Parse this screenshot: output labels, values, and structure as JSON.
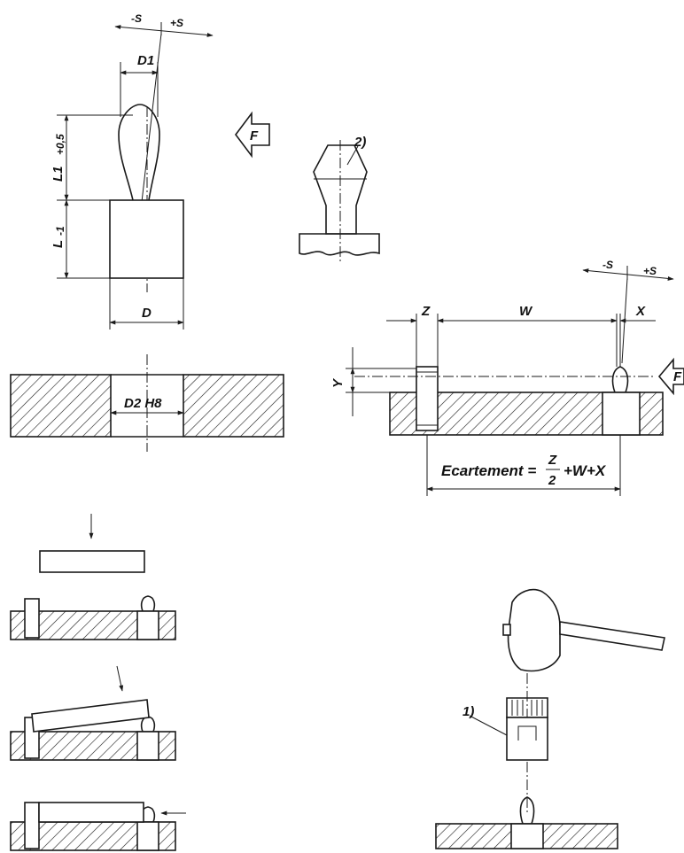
{
  "labels": {
    "minus_s": "-S",
    "plus_s": "+S",
    "d1": "D1",
    "l1": "L1",
    "l1_tol": "+0,5",
    "l": "L",
    "l_tol": "-1",
    "d": "D",
    "force": "F",
    "note2": "2)",
    "d2_h8": "D2 H8",
    "z": "Z",
    "w": "W",
    "x": "X",
    "y": "Y",
    "ecartement": "Ecartement =",
    "frac_num": "Z",
    "frac_den": "2",
    "formula_tail": "+W+X",
    "note1": "1)"
  }
}
